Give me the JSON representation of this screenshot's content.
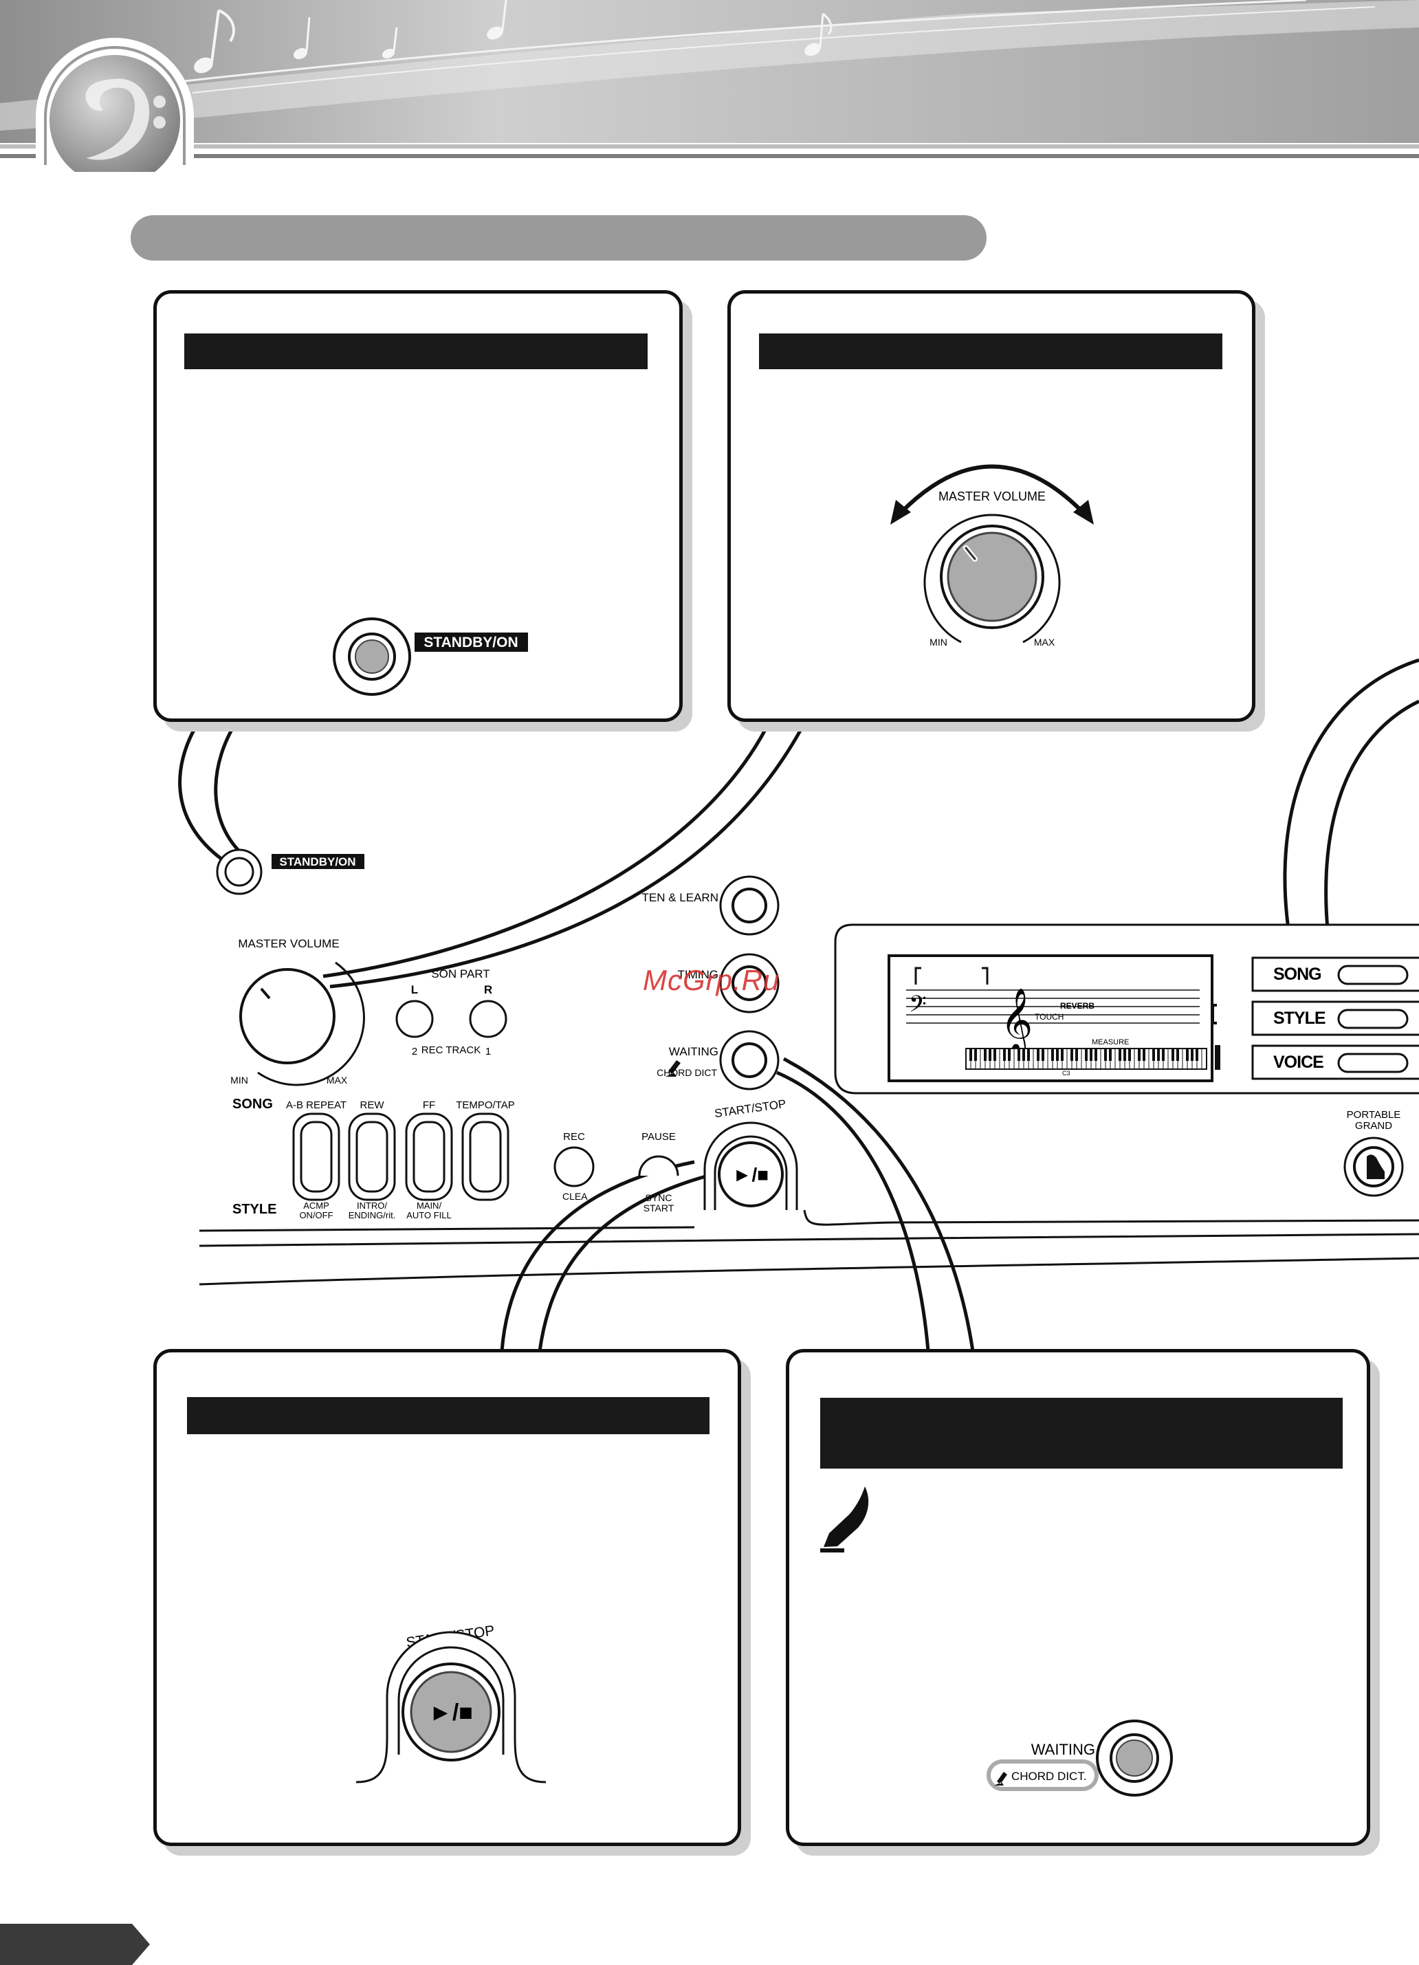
{
  "standby": {
    "label": "STANDBY/ON"
  },
  "master_volume": {
    "label": "MASTER VOLUME",
    "min": "MIN",
    "max": "MAX"
  },
  "lesson": {
    "part": "SON PART",
    "left": "L",
    "right": "R",
    "rec_track": "REC TRACK",
    "track_left": "2",
    "track_right": "1"
  },
  "listen": {
    "label": "TEN & LEARN",
    "timing": "TIMING",
    "waiting": "WAITING",
    "chord_dict": "CHORD DICT",
    "chord_dict_panel": "CHORD DICT."
  },
  "song_section": {
    "song": "SONG",
    "style": "STYLE"
  },
  "row_buttons": {
    "top": [
      "A-B REPEAT",
      "REW",
      "FF",
      "TEMPO/TAP"
    ],
    "bottom_1": [
      "ACMP",
      "INTRO/",
      "MAIN/",
      ""
    ],
    "bottom_2": [
      "ON/OFF",
      "ENDING/rit.",
      "AUTO FILL",
      ""
    ]
  },
  "rec": {
    "label": "REC",
    "clear": "CLEA"
  },
  "pause": {
    "label": "PAUSE",
    "sync": "SYNC",
    "start": "START"
  },
  "start_stop": {
    "label": "START/STOP",
    "symbol": "►/■"
  },
  "lcd": {
    "reverb": "REVERB",
    "touch": "TOUCH",
    "measure": "MEASURE",
    "c3": "C3"
  },
  "mode_buttons": [
    "SONG",
    "STYLE",
    "VOICE"
  ],
  "portable_grand": {
    "line1": "PORTABLE",
    "line2": "GRAND"
  },
  "watermark": "McGrp.Ru",
  "colors": {
    "bar": "#1a1a1a",
    "header_gray": "#a6a6a6",
    "pill_gray": "#9a9a9a",
    "watermark": "#d8322f"
  },
  "icons": [
    "bass-clef-logo-icon",
    "music-note-icon",
    "pencil-icon",
    "piano-icon",
    "treble-clef-icon"
  ]
}
